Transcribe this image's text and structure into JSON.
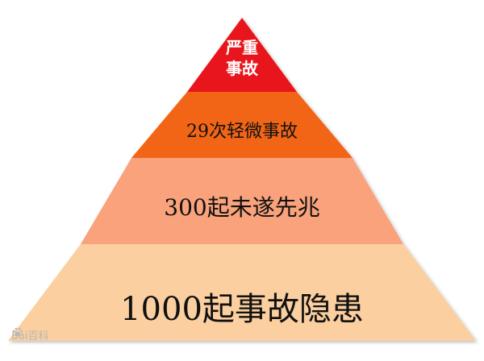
{
  "tiers": [
    {
      "label_line1": "严重",
      "label_line2": "事故",
      "color": "#e8191b"
    },
    {
      "label": "29次轻微事故",
      "color": "#f26513"
    },
    {
      "label": "300起未遂先兆",
      "color": "#f9a27b"
    },
    {
      "label": "1000起事故隐患",
      "color": "#fbcf9f"
    }
  ],
  "watermark": {
    "text_left": "Bai",
    "text_right": "百科",
    "icon": "paw-icon"
  }
}
